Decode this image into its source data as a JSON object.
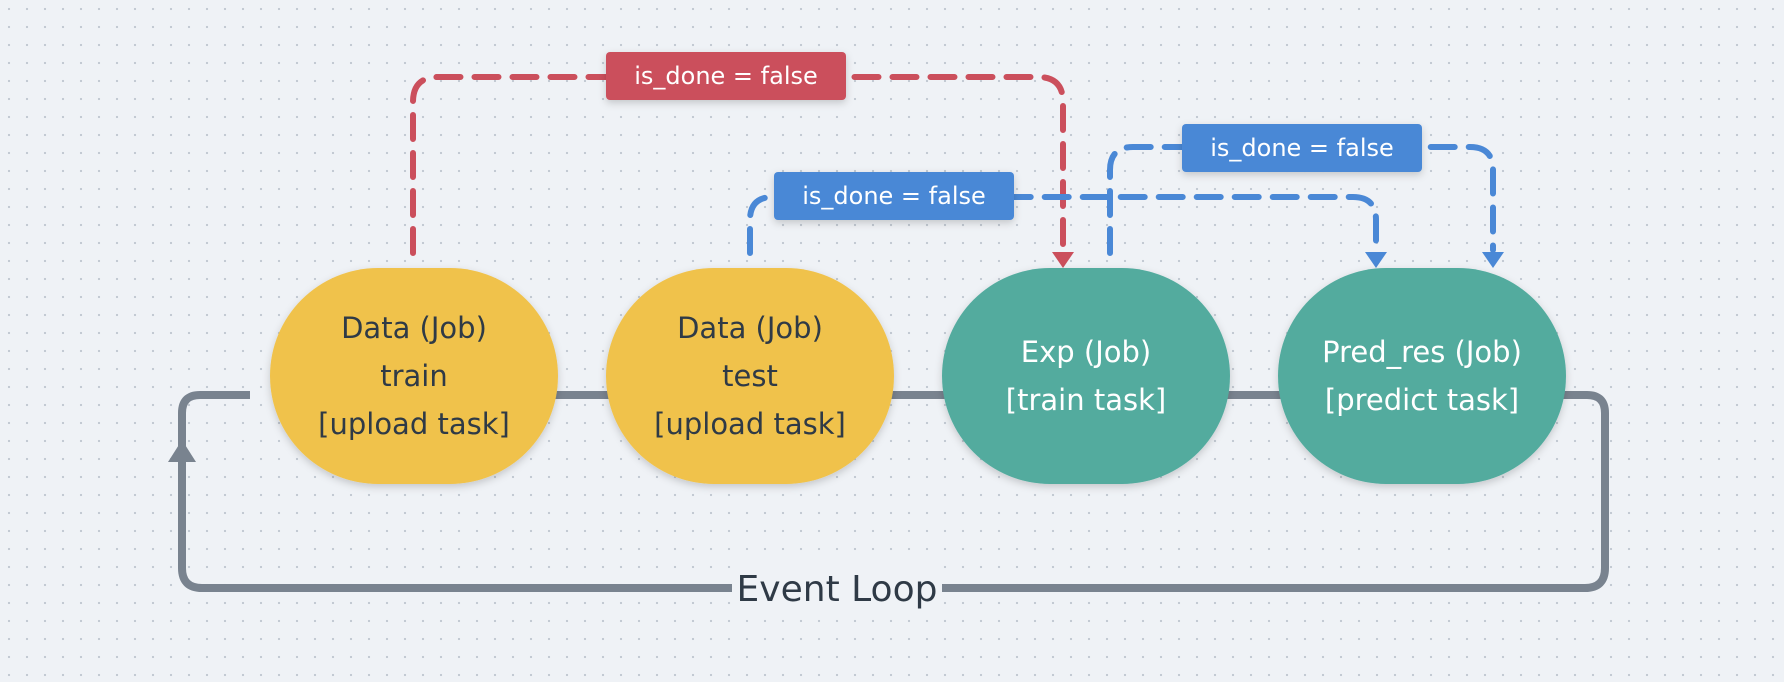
{
  "colors": {
    "data_node": "#f0c24b",
    "job_node": "#52ab9e",
    "loop_line": "#79838f",
    "red_edge": "#cb4f5c",
    "blue_edge": "#4a88d6",
    "text_dark": "#2f3a46",
    "text_light": "#ffffff"
  },
  "nodes": [
    {
      "id": "data-train",
      "lines": [
        "Data (Job)",
        "train",
        "[upload task]"
      ]
    },
    {
      "id": "data-test",
      "lines": [
        "Data (Job)",
        "test",
        "[upload task]"
      ]
    },
    {
      "id": "exp",
      "lines": [
        "Exp (Job)",
        "[train task]"
      ]
    },
    {
      "id": "pred-res",
      "lines": [
        "Pred_res (Job)",
        "[predict task]"
      ]
    }
  ],
  "edges": [
    {
      "id": "train-to-exp",
      "label": "is_done = false"
    },
    {
      "id": "test-to-pred",
      "label": "is_done = false"
    },
    {
      "id": "exp-to-pred",
      "label": "is_done = false"
    }
  ],
  "loop": {
    "label": "Event Loop"
  }
}
